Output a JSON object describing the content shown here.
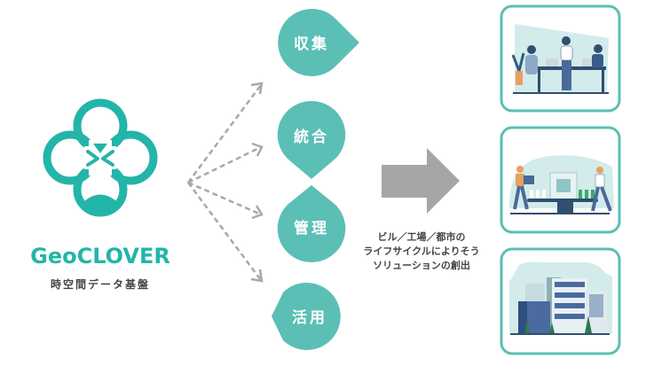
{
  "logo": {
    "brand": "GeoCLOVER",
    "subtitle": "時空間データ基盤"
  },
  "steps": [
    {
      "label": "収集"
    },
    {
      "label": "統合"
    },
    {
      "label": "管理"
    },
    {
      "label": "活用"
    }
  ],
  "result": {
    "caption_lines": [
      "ビル／工場／都市の",
      "ライフサイクルによりそう",
      "ソリューションの創出"
    ]
  },
  "illustrations": [
    {
      "subject": "office"
    },
    {
      "subject": "factory"
    },
    {
      "subject": "city"
    }
  ],
  "colors": {
    "brand_teal": "#23b5a9",
    "drop_teal": "#5bbfb5",
    "arrow_gray": "#a8a8a8"
  }
}
